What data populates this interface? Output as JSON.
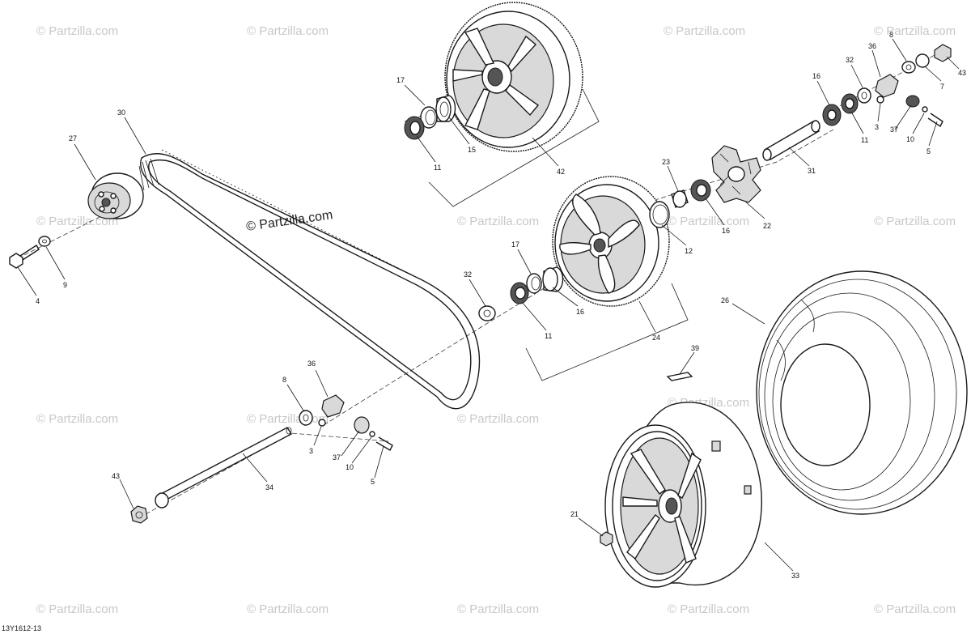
{
  "watermark": {
    "text": "© Partzilla.com",
    "main_text": "© Partzilla.com"
  },
  "drawing_code": "13Y1612-13",
  "callouts": {
    "c27": "27",
    "c30": "30",
    "c4": "4",
    "c9": "9",
    "c17a": "17",
    "c11a": "11",
    "c15": "15",
    "c42": "42",
    "c32a": "32",
    "c17b": "17",
    "c11b": "11",
    "c16a": "16",
    "c24": "24",
    "c23": "23",
    "c12": "12",
    "c16b": "16",
    "c22": "22",
    "c31": "31",
    "c16c": "16",
    "c11c": "11",
    "c32b": "32",
    "c36a": "36",
    "c8a": "8",
    "c3a": "3",
    "c37a": "37",
    "c10a": "10",
    "c5a": "5",
    "c7": "7",
    "c43a": "43",
    "c36b": "36",
    "c8b": "8",
    "c3b": "3",
    "c37b": "37",
    "c10b": "10",
    "c5b": "5",
    "c34": "34",
    "c43b": "43",
    "c26": "26",
    "c39": "39",
    "c21": "21",
    "c33": "33"
  },
  "colors": {
    "line": "#1a1a1a",
    "watermark": "#c8c8c8",
    "background": "#ffffff"
  }
}
